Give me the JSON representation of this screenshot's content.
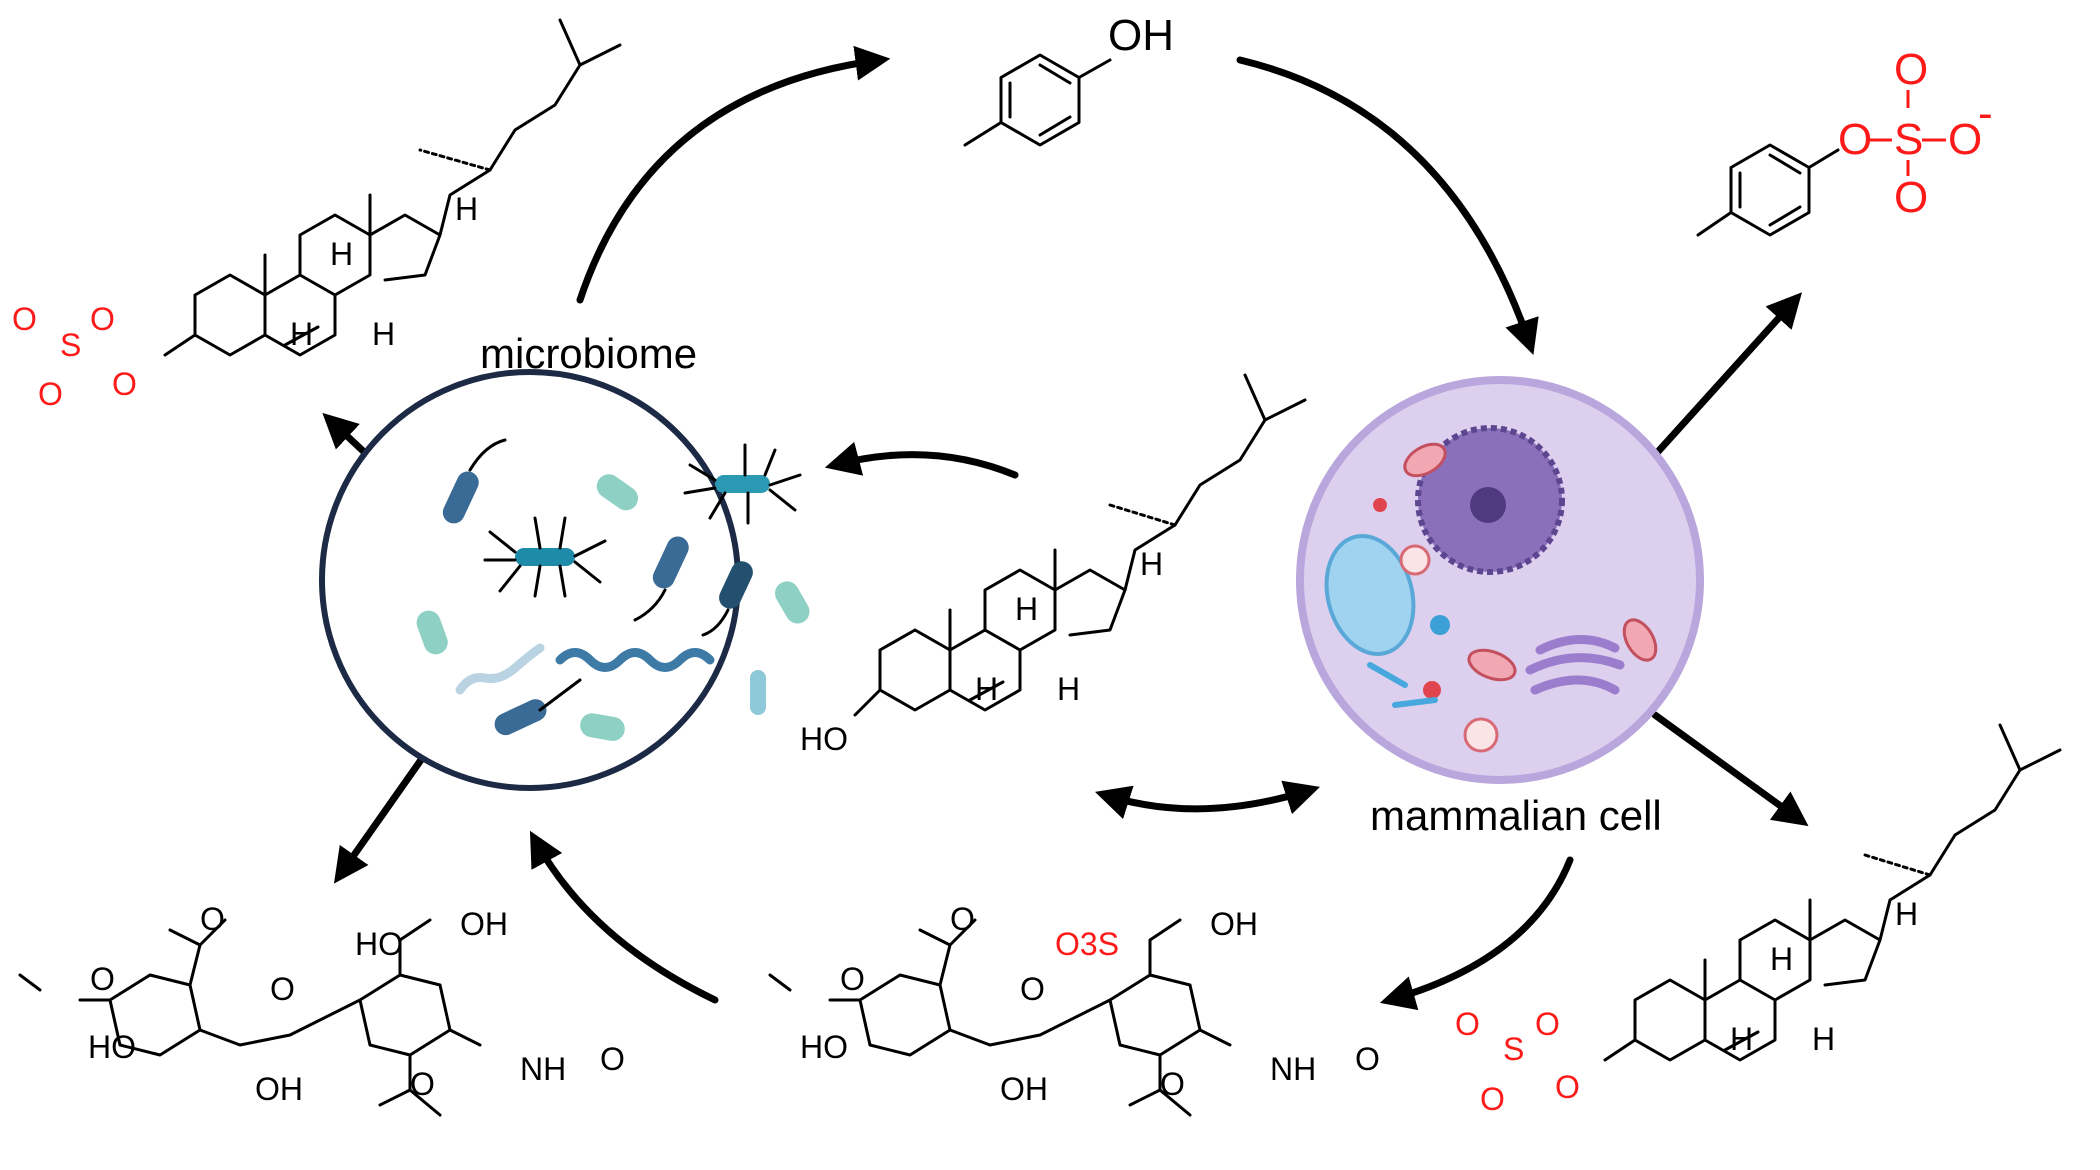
{
  "labels": {
    "microbiome": "microbiome",
    "mammalian_cell": "mammalian cell"
  },
  "atoms": {
    "OH": "OH",
    "HO": "HO",
    "H": "H",
    "O": "O",
    "S": "S",
    "NH": "NH",
    "O3S": "O3S",
    "minus": "-"
  },
  "colors": {
    "sulfate_red": "#ff1a1a",
    "microbiome_ring": "#1d2a45",
    "cell_fill": "#dcd0ee",
    "cell_membrane": "#b8a6dc"
  },
  "icons": {
    "microbiome": "bacteria-circle-illustration",
    "cell": "mammalian-cell-illustration"
  }
}
